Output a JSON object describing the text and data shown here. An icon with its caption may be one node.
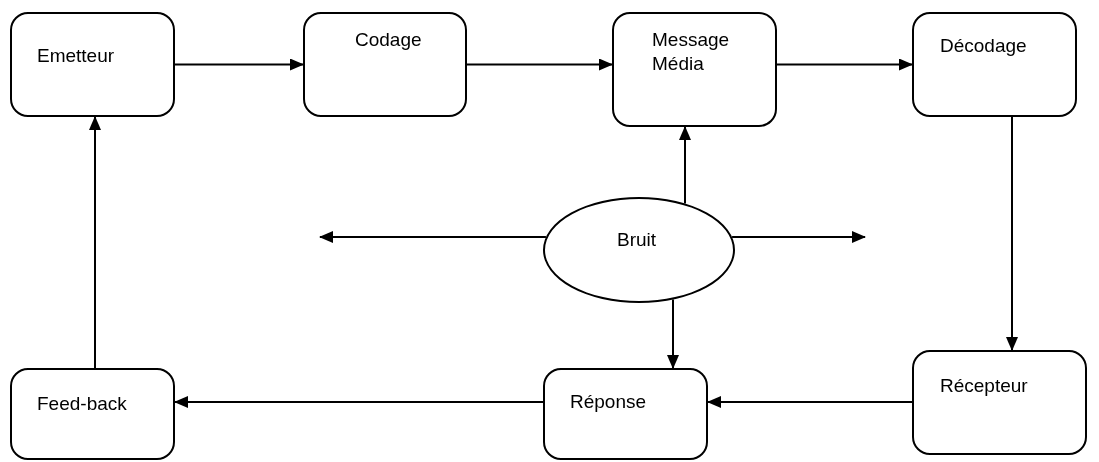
{
  "diagram": {
    "nodes": [
      {
        "text": [
          "Emetteur"
        ]
      },
      {
        "text": [
          "Codage"
        ]
      },
      {
        "text": [
          "Message Média"
        ]
      },
      {
        "text": [
          "Décodage"
        ]
      },
      {
        "text": [
          "Bruit"
        ]
      },
      {
        "text": [
          "Récepteur"
        ]
      },
      {
        "text": [
          "Réponse"
        ]
      },
      {
        "text": [
          "Feed-back"
        ]
      }
    ],
    "edges": [
      {
        "from": 0,
        "to": 1,
        "arrow": "to"
      },
      {
        "from": 1,
        "to": 2,
        "arrow": "to"
      },
      {
        "from": 2,
        "to": 3,
        "arrow": "to"
      },
      {
        "from": 3,
        "to": 5,
        "arrow": "to"
      },
      {
        "from": 5,
        "to": 6,
        "arrow": "to"
      },
      {
        "from": 6,
        "to": 7,
        "arrow": "to"
      },
      {
        "from": 7,
        "to": 0,
        "arrow": "to"
      },
      {
        "from": 4,
        "to": 2,
        "arrow": "to"
      },
      {
        "from": 4,
        "to": 6,
        "arrow": "to"
      },
      {
        "from": 4,
        "to": null,
        "arrow": "to"
      },
      {
        "from": 4,
        "to": null,
        "arrow": "to"
      }
    ]
  }
}
